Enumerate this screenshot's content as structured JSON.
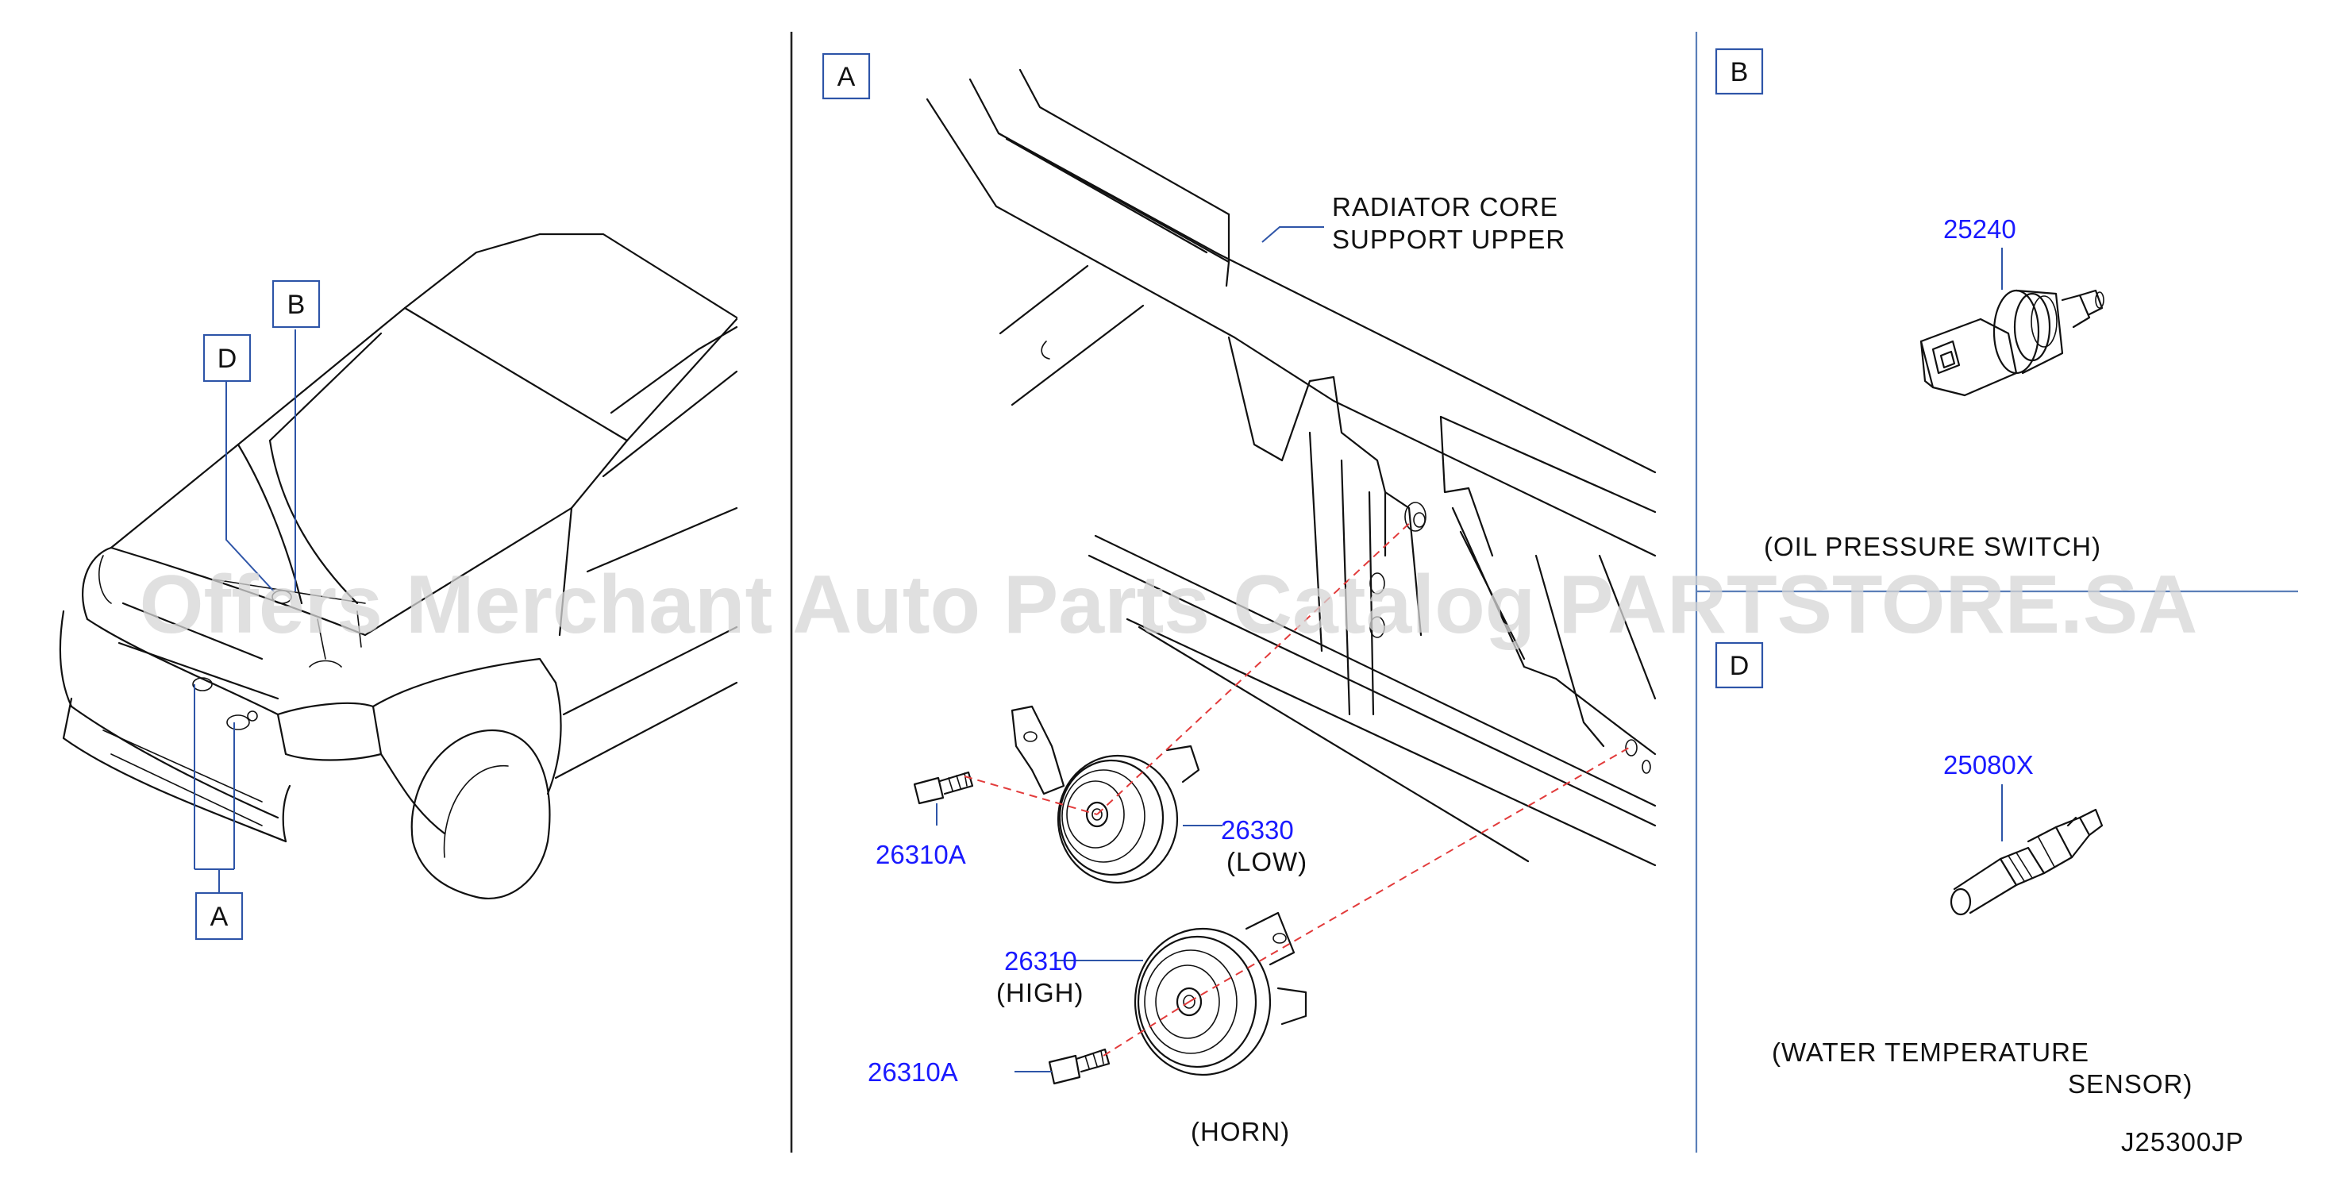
{
  "watermark": "Offers Merchant Auto Parts Catalog PARTSTORE.SA",
  "callouts": {
    "a": "A",
    "b": "B",
    "d": "D"
  },
  "section_a": {
    "radiator_label_line1": "RADIATOR  CORE",
    "radiator_label_line2": "SUPPORT  UPPER",
    "horn_low_part": "26330",
    "horn_low_label": "(LOW)",
    "horn_high_part": "26310",
    "horn_high_label": "(HIGH)",
    "bolt_part_upper": "26310A",
    "bolt_part_lower": "26310A",
    "caption": "(HORN)"
  },
  "section_b": {
    "part": "25240",
    "caption": "(OIL  PRESSURE  SWITCH)"
  },
  "section_d": {
    "part": "25080X",
    "caption_line1": "(WATER  TEMPERATURE",
    "caption_line2": "SENSOR)"
  },
  "diagram_code": "J25300JP",
  "colors": {
    "part_number": "#1a1aff",
    "callout_border": "#2e55a8",
    "guide_line": "#e23b3b",
    "watermark": "#d6d6d6"
  }
}
